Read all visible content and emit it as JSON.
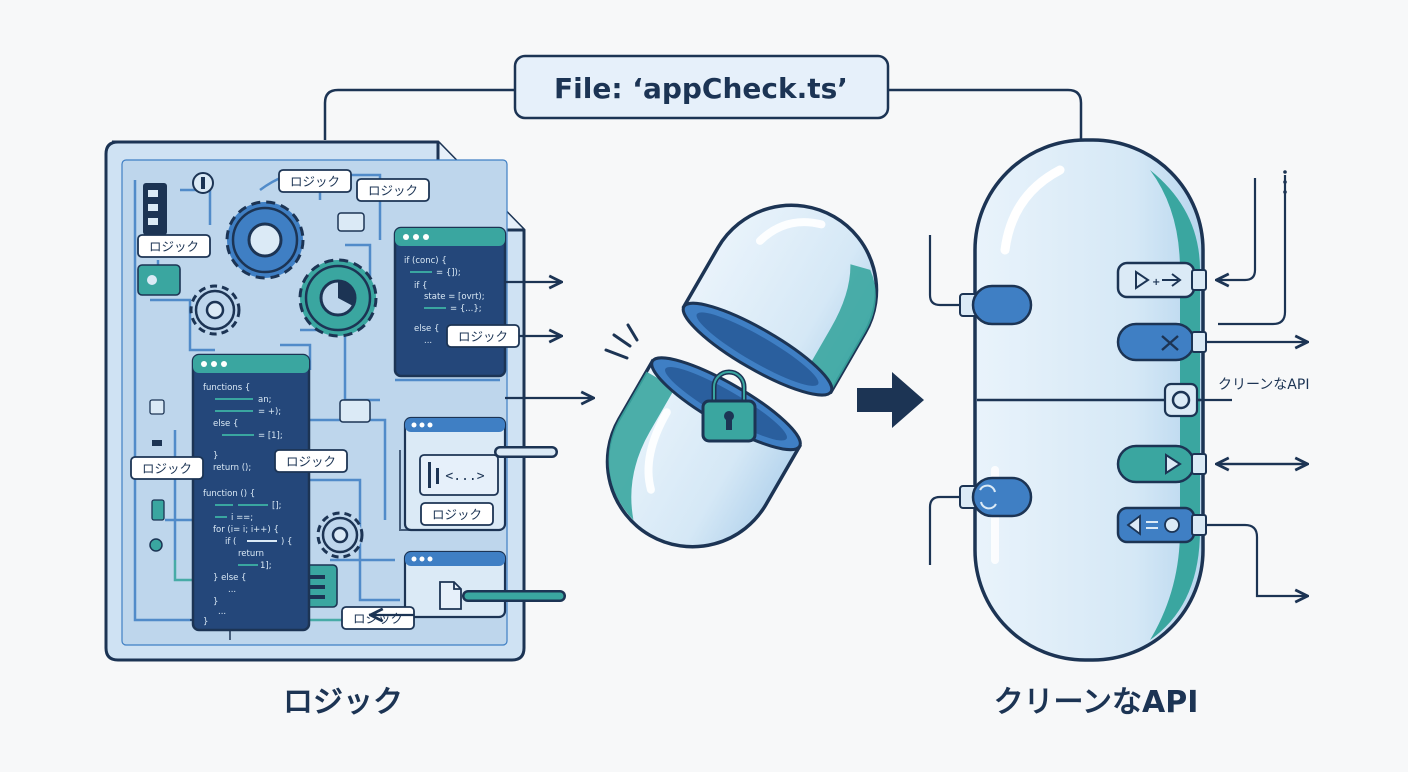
{
  "file_label": "File: ‘appCheck.ts’",
  "left_caption": "ロジック",
  "right_caption": "クリーンなAPI",
  "logic_tag": "ロジック",
  "api_side_label": "クリーンなAPI",
  "code_top": [
    "if (conc) {",
    "= {]);",
    "if {",
    "state = [ovrt);",
    "= {...};",
    "else {",
    "..."
  ],
  "code_main": [
    "functions {",
    "an;",
    "= +);",
    "else {",
    "= [1];",
    "}",
    "return ();",
    "function () {",
    "[];",
    "i ==;",
    "for (i= i; i++) {",
    "if (",
    ") {",
    "return",
    "1];",
    "} else {",
    "...",
    "}",
    "...",
    "}"
  ],
  "code_mini": "<...>",
  "colors": {
    "navy": "#1c3454",
    "teal": "#3aa6a0",
    "blue": "#3f7fc4",
    "light": "#dbeaf6"
  }
}
